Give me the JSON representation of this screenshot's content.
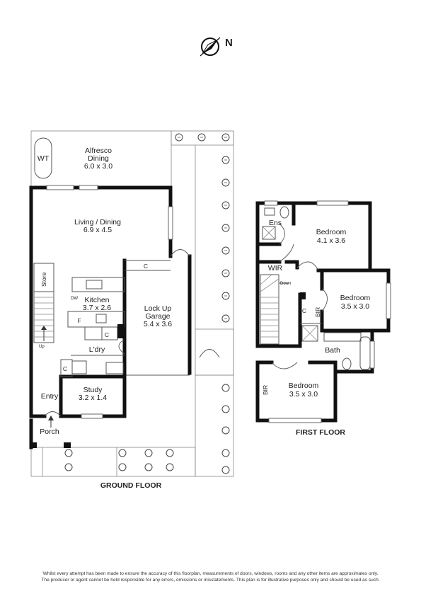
{
  "compass": {
    "label": "N",
    "icon": "compass-icon"
  },
  "ground_floor": {
    "title": "GROUND FLOOR",
    "rooms": {
      "wt": "WT",
      "alfresco_name": "Alfresco",
      "alfresco_name2": "Dining",
      "alfresco_dim": "6.0 x 3.0",
      "living_name": "Living / Dining",
      "living_dim": "6.9 x 4.5",
      "store": "Store",
      "dw": "DW",
      "kitchen_name": "Kitchen",
      "kitchen_dim": "3.7 x 2.6",
      "fridge": "F",
      "cupboard_kitchen": "C",
      "up": "Up",
      "laundry": "L'dry",
      "cupboard_entry": "C",
      "cupboard_garage": "C",
      "garage_name": "Lock Up",
      "garage_name2": "Garage",
      "garage_dim": "5.4 x 3.6",
      "study_name": "Study",
      "study_dim": "3.2 x 1.4",
      "entry": "Entry",
      "porch": "Porch"
    }
  },
  "first_floor": {
    "title": "FIRST FLOOR",
    "rooms": {
      "ens": "Ens",
      "wir": "WIR",
      "down": "Down",
      "bed1_name": "Bedroom",
      "bed1_dim": "4.1 x 3.6",
      "bed2_name": "Bedroom",
      "bed2_dim": "3.5 x 3.0",
      "bir_mid": "BIR",
      "cupboard": "C",
      "bath": "Bath",
      "bir_low": "BIR",
      "bed3_name": "Bedroom",
      "bed3_dim": "3.5 x 3.0"
    }
  },
  "disclaimer": {
    "line1": "Whilst every attempt has been made to ensure the accuracy of this floorplan, measurements of doors, windows, rooms and any other items are approximates only.",
    "line2": "The producer or agent cannot be held responsible for any errors, omissions or misstatements. This plan is for illustrative purposes only and should be used as such."
  }
}
